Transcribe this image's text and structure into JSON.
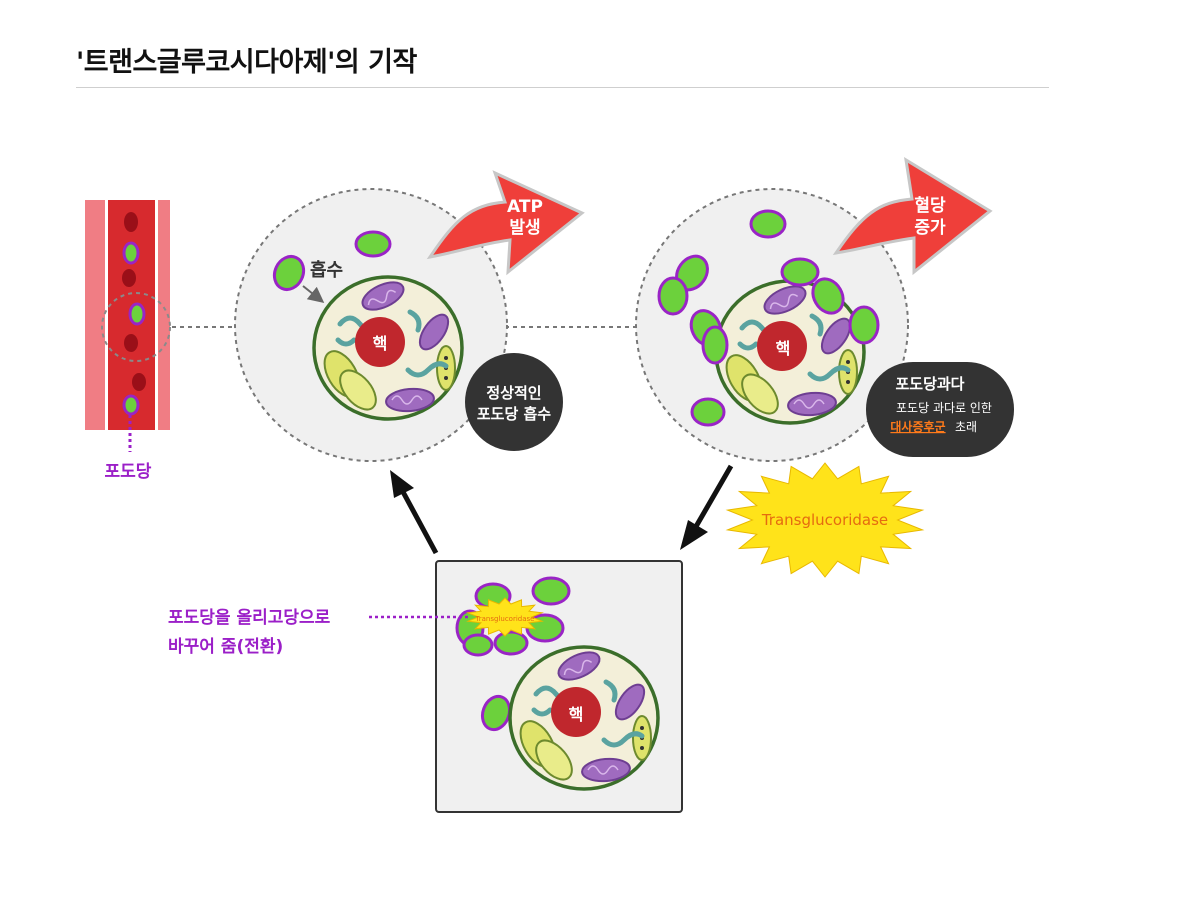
{
  "title": "'트랜스글루코시다아제'의 기작",
  "vessel": {
    "label": "포도당"
  },
  "left_cell": {
    "absorb_label": "흡수",
    "nucleus_label": "핵",
    "arrow_text": [
      "ATP",
      "발생"
    ],
    "badge_text": [
      "정상적인",
      "포도당 흡수"
    ]
  },
  "right_cell": {
    "nucleus_label": "핵",
    "arrow_text": [
      "혈당",
      "증가"
    ],
    "badge_title": "포도당과다",
    "badge_line1": "포도당 과다로 인한",
    "badge_highlight": "대사증후군",
    "badge_suffix": "초래"
  },
  "enzyme": {
    "name": "Transglucoridase",
    "small_name": "Transglucoridase"
  },
  "bottom_cell": {
    "nucleus_label": "핵",
    "annotation": [
      "포도당을 올리고당으로",
      "바꾸어 줌(전환)"
    ]
  },
  "colors": {
    "glucose_fill": "#6cd13c",
    "glucose_ring": "#9a24c6",
    "magenta_text": "#9b1fc8",
    "arrow_red": "#ef3f3a",
    "badge_dark": "#333333",
    "highlight_orange": "#ff7a1a",
    "burst_yellow": "#ffe31a",
    "nucleus_red": "#c0272d",
    "cell_border": "#3b6e2a"
  }
}
